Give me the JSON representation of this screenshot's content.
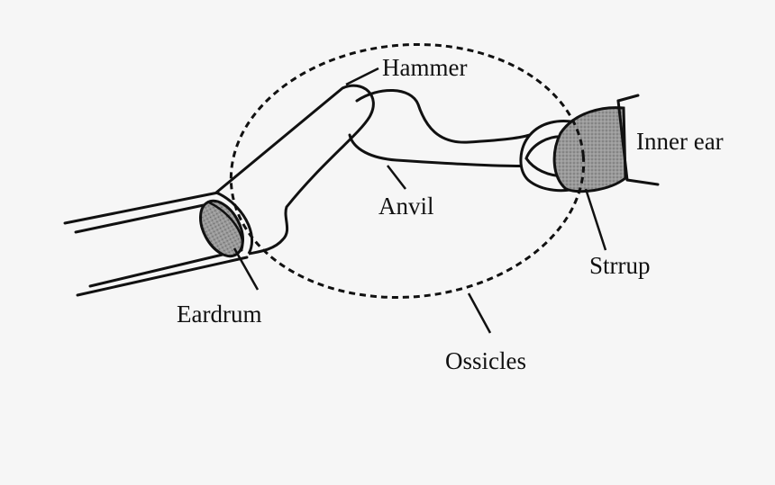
{
  "diagram": {
    "labels": {
      "hammer": "Hammer",
      "anvil": "Anvil",
      "inner_ear": "Inner ear",
      "stirrup": "Strrup",
      "eardrum": "Eardrum",
      "ossicles": "Ossicles"
    },
    "colors": {
      "background": "#f6f6f6",
      "line": "#111111",
      "shade": "#8c8c8c"
    }
  }
}
